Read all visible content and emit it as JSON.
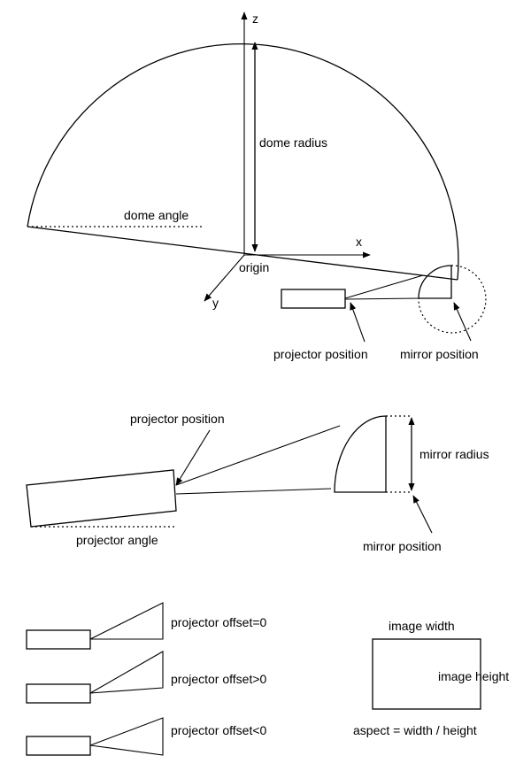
{
  "axes": {
    "x": "x",
    "y": "y",
    "z": "z",
    "origin": "origin"
  },
  "labels": {
    "dome_radius": "dome radius",
    "dome_angle": "dome angle",
    "projector_position_1": "projector position",
    "mirror_position_1": "mirror position",
    "projector_position_2": "projector position",
    "mirror_radius": "mirror radius",
    "projector_angle": "projector angle",
    "mirror_position_2": "mirror position",
    "offset_zero": "projector offset=0",
    "offset_pos": "projector offset>0",
    "offset_neg": "projector offset<0",
    "image_width": "image width",
    "image_height": "image height",
    "aspect": "aspect = width / height"
  }
}
